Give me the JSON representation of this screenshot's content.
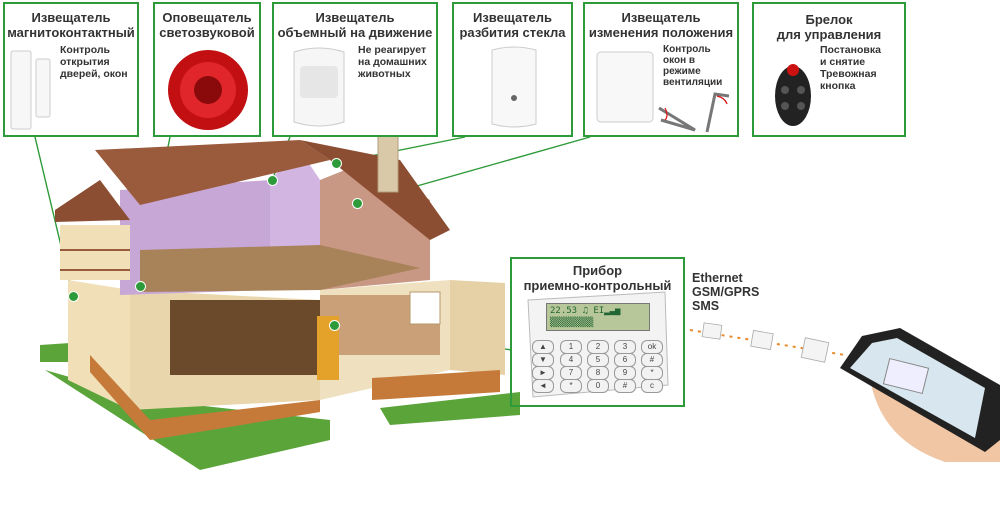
{
  "boxes": {
    "magnetic": {
      "title": "Извещатель магнитоконтактный",
      "title_l1": "Извещатель",
      "title_l2": "магнитоконтактный",
      "desc_l1": "Контроль",
      "desc_l2": "открытия",
      "desc_l3": "дверей, окон"
    },
    "siren": {
      "title_l1": "Оповещатель",
      "title_l2": "светозвуковой"
    },
    "motion": {
      "title_l1": "Извещатель",
      "title_l2": "объемный на движение",
      "desc_l1": "Не реагирует",
      "desc_l2": "на домашних",
      "desc_l3": "животных"
    },
    "glass": {
      "title_l1": "Извещатель",
      "title_l2": "разбития стекла"
    },
    "tilt": {
      "title_l1": "Извещатель",
      "title_l2": "изменения положения",
      "desc_l1": "Контроль",
      "desc_l2": "окон в",
      "desc_l3": "режиме",
      "desc_l4": "вентиляции"
    },
    "keyfob": {
      "title_l1": "Брелок",
      "title_l2": "для управления",
      "desc_l1": "Постановка",
      "desc_l2": "и снятие",
      "desc_l3": "Тревожная",
      "desc_l4": "кнопка"
    },
    "panel": {
      "title_l1": "Прибор",
      "title_l2": "приемно-контрольный"
    }
  },
  "lcd": {
    "line1": "22.53 ♫  EI▂▃▅",
    "line2": "▒▒▒▒▒▒▒▒"
  },
  "keypad": {
    "keys": [
      "1",
      "2",
      "3",
      "4",
      "5",
      "6",
      "7",
      "8",
      "9",
      "*",
      "0",
      "#"
    ],
    "nav": [
      "▲",
      "▼",
      "►",
      "◄"
    ],
    "fn": [
      "ok",
      "#",
      "*",
      "c"
    ]
  },
  "channels": {
    "line1": "Ethernet",
    "line2": "GSM/GPRS",
    "line3": "SMS"
  },
  "colors": {
    "accent": "#2e9b3a",
    "connector": "#e88a2a"
  }
}
